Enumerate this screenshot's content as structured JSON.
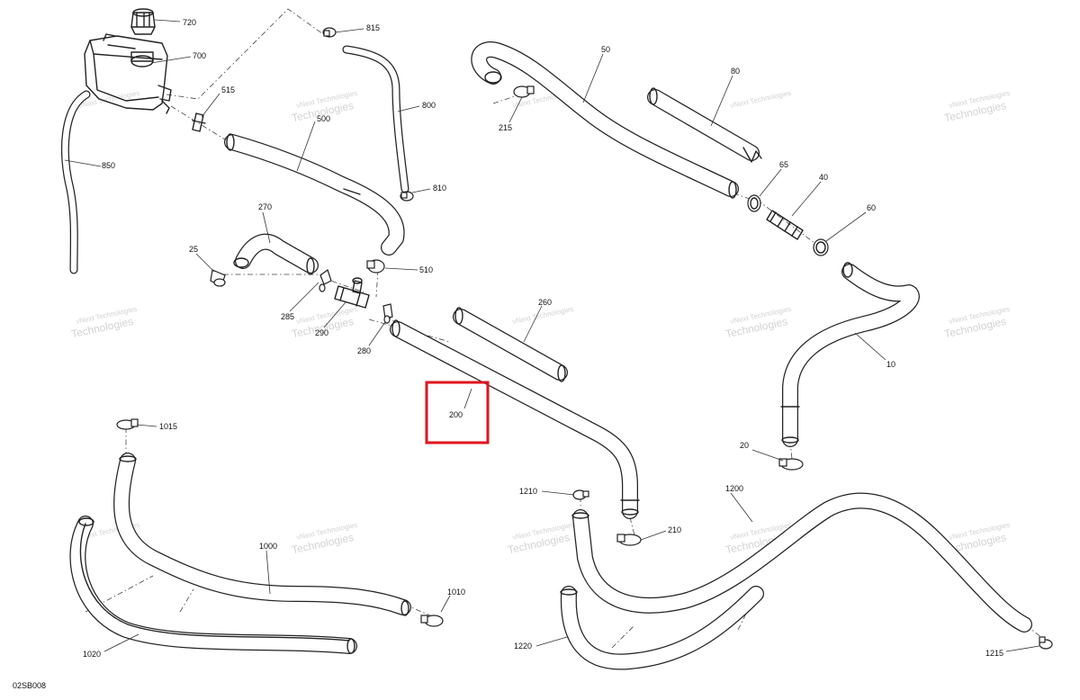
{
  "diagram_code": "02SB008",
  "watermark": {
    "line1": "vNext Technologies",
    "line2": "Technologies"
  },
  "callouts": {
    "c720": "720",
    "c815": "815",
    "c700": "700",
    "c515": "515",
    "c800": "800",
    "c500": "500",
    "c850": "850",
    "c810": "810",
    "c270": "270",
    "c25": "25",
    "c510": "510",
    "c285": "285",
    "c290": "290",
    "c280": "280",
    "c50": "50",
    "c215": "215",
    "c80": "80",
    "c65": "65",
    "c40": "40",
    "c60": "60",
    "c260": "260",
    "c10": "10",
    "c200": "200",
    "c20": "20",
    "c1015": "1015",
    "c1210": "1210",
    "c1200": "1200",
    "c210": "210",
    "c1000": "1000",
    "c1010": "1010",
    "c1020": "1020",
    "c1220": "1220",
    "c1215": "1215"
  },
  "highlight": {
    "part": "200",
    "color": "#e0141e"
  }
}
